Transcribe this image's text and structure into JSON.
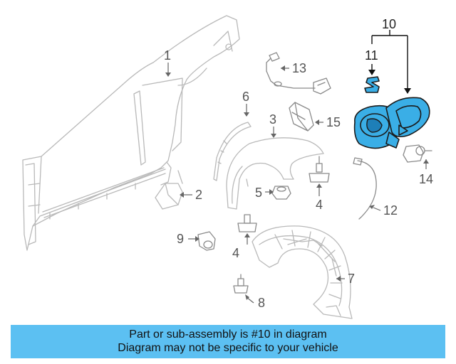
{
  "callouts": {
    "c1": "1",
    "c2": "2",
    "c3": "3",
    "c4a": "4",
    "c4b": "4",
    "c5": "5",
    "c6": "6",
    "c7": "7",
    "c8": "8",
    "c9": "9",
    "c10": "10",
    "c11": "11",
    "c12": "12",
    "c13": "13",
    "c14": "14",
    "c15": "15"
  },
  "highlighted_part": "10",
  "colors": {
    "highlight": "#3aaee6",
    "banner": "#5cc0f2",
    "line": "#b9b9b9"
  },
  "banner": {
    "line1": "Part or sub-assembly is #10 in diagram",
    "line2": "Diagram may not be specific to your vehicle"
  }
}
